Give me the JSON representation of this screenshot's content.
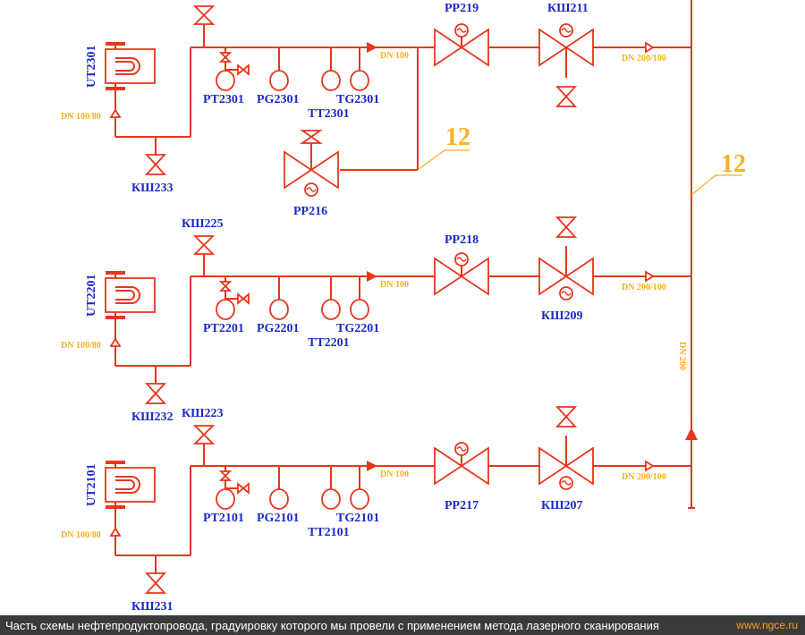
{
  "rows": [
    {
      "key": "r3",
      "tank": "UT2301",
      "stand_valve": "",
      "bottom_valve": "КШ233",
      "pt": "PT2301",
      "pg": "PG2301",
      "tt": "TT2301",
      "tg": "TG2301",
      "dn_left": "DN 100/80",
      "dn_main": "DN 100",
      "reg_valve": "PP219",
      "inlet_valve": "КШ211",
      "dn_inlet": "DN 200/100"
    },
    {
      "key": "r2",
      "tank": "UT2201",
      "stand_valve": "КШ225",
      "bottom_valve": "КШ232",
      "pt": "PT2201",
      "pg": "PG2201",
      "tt": "TT2201",
      "tg": "TG2201",
      "dn_left": "DN 100/80",
      "dn_main": "DN 100",
      "reg_valve": "PP218",
      "inlet_valve": "КШ209",
      "dn_inlet": "DN 200/100"
    },
    {
      "key": "r1",
      "tank": "UT2101",
      "stand_valve": "КШ223",
      "bottom_valve": "КШ231",
      "pt": "PT2101",
      "pg": "PG2101",
      "tt": "TT2101",
      "tg": "TG2101",
      "dn_left": "DN 100/80",
      "dn_main": "DN 100",
      "reg_valve": "PP217",
      "inlet_valve": "КШ207",
      "dn_inlet": "DN 200/100"
    }
  ],
  "branch_valve": "PP216",
  "callouts": [
    "12",
    "12"
  ],
  "header_dn": "DN 200",
  "footer": {
    "caption": "Часть схемы нефтепродуктопровода, градуировку которого мы провели с применением метода лазерного сканирования",
    "site": "www.ngce.ru"
  },
  "colors": {
    "pipe": "#e8361c",
    "label": "#1a2ac8",
    "dimension": "#f4b120",
    "footer_bg": "#3b3b3b"
  }
}
